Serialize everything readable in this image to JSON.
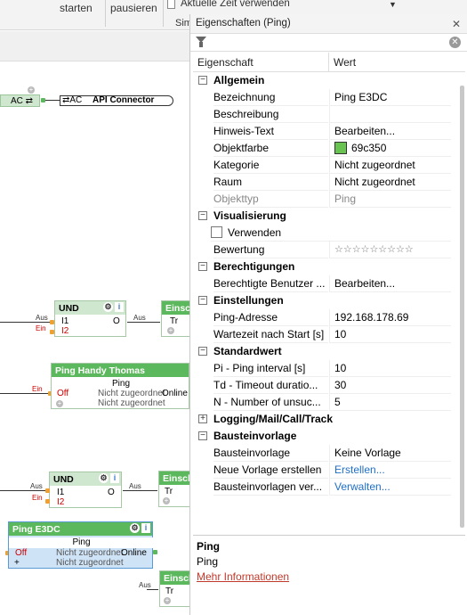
{
  "toolbar": {
    "start_label": "starten",
    "pause_label": "pausieren",
    "time_label": "Aktuelle Zeit verwenden",
    "sim_label": "Sim"
  },
  "canvas": {
    "ac_label": "AC ⇄",
    "api_connector": "API Connector",
    "api_prefix": "⇄AC",
    "und1": {
      "title": "UND",
      "in1": "I1",
      "in2": "I2",
      "out": "O",
      "aus": "Aus",
      "ein": "Ein"
    },
    "einsch1": {
      "title": "Einsch",
      "in": "Tr"
    },
    "ping_handy": {
      "title": "Ping Handy Thomas",
      "sub": "Ping",
      "off": "Off",
      "status1": "Nicht zugeordnet",
      "online": "Online",
      "status2": "Nicht zugeordnet",
      "ein": "Ein"
    },
    "und2": {
      "title": "UND",
      "in1": "I1",
      "in2": "I2",
      "out": "O",
      "aus": "Aus",
      "ein": "Ein"
    },
    "einsch2": {
      "title": "Einsch",
      "in": "Tr"
    },
    "ping_e3dc": {
      "title": "Ping E3DC",
      "sub": "Ping",
      "off": "Off",
      "status1": "Nicht zugeordnet",
      "online": "Online",
      "status2": "Nicht zugeordnet"
    },
    "einsch3": {
      "title": "Einsch",
      "in": "Tr"
    },
    "aus_labels": [
      "Aus",
      "Aus",
      "Aus",
      "Aus"
    ]
  },
  "panel": {
    "title": "Eigenschaften (Ping)",
    "col_property": "Eigenschaft",
    "col_value": "Wert",
    "sections": {
      "allgemein": "Allgemein",
      "visualisierung": "Visualisierung",
      "berechtigungen": "Berechtigungen",
      "einstellungen": "Einstellungen",
      "standardwert": "Standardwert",
      "logging": "Logging/Mail/Call/Track",
      "bausteinvorlage": "Bausteinvorlage"
    },
    "rows": {
      "bezeichnung_k": "Bezeichnung",
      "bezeichnung_v": "Ping E3DC",
      "beschreibung_k": "Beschreibung",
      "beschreibung_v": "",
      "hinweis_k": "Hinweis-Text",
      "hinweis_v": "Bearbeiten...",
      "farbe_k": "Objektfarbe",
      "farbe_v": "69c350",
      "kategorie_k": "Kategorie",
      "kategorie_v": "Nicht zugeordnet",
      "raum_k": "Raum",
      "raum_v": "Nicht zugeordnet",
      "typ_k": "Objekttyp",
      "typ_v": "Ping",
      "verwenden_k": "Verwenden",
      "bewertung_k": "Bewertung",
      "bewertung_v": "☆☆☆☆☆☆☆☆☆",
      "benutzer_k": "Berechtigte Benutzer ...",
      "benutzer_v": "Bearbeiten...",
      "adresse_k": "Ping-Adresse",
      "adresse_v": "192.168.178.69",
      "wartezeit_k": "Wartezeit nach Start [s]",
      "wartezeit_v": "10",
      "pi_k": "Pi - Ping interval [s]",
      "pi_v": "10",
      "td_k": "Td - Timeout duratio...",
      "td_v": "30",
      "n_k": "N - Number of unsuc...",
      "n_v": "5",
      "vorlage_k": "Bausteinvorlage",
      "vorlage_v": "Keine Vorlage",
      "neu_k": "Neue Vorlage erstellen",
      "neu_v": "Erstellen...",
      "verwalten_k": "Bausteinvorlagen ver...",
      "verwalten_v": "Verwalten..."
    },
    "desc": {
      "title": "Ping",
      "text": "Ping",
      "link": "Mehr Informationen"
    },
    "colors": {
      "objektfarbe": "#69c350",
      "link": "#1e6fc8",
      "block_green": "#5cb85c"
    }
  }
}
